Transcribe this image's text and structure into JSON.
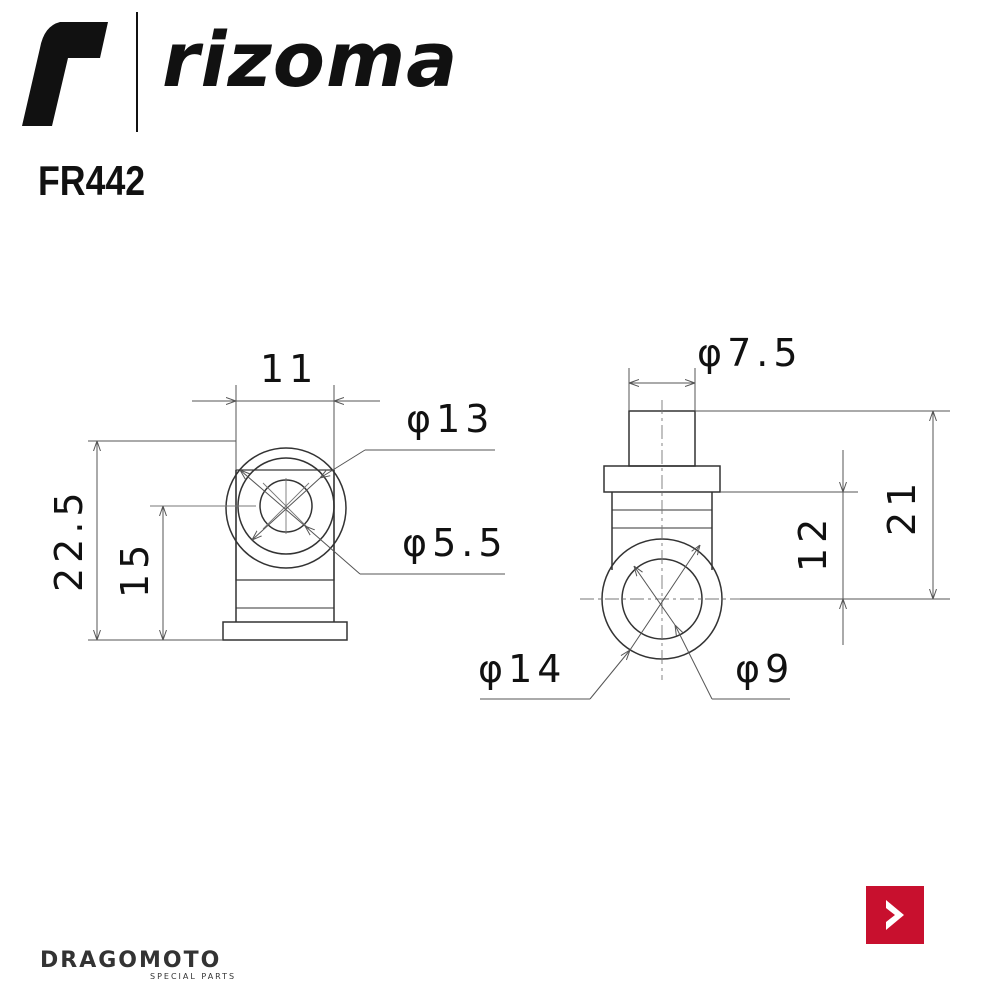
{
  "brand": {
    "name": "rizoma",
    "logo_icon": "rizoma-r-logo-icon"
  },
  "product": {
    "model_code": "FR442"
  },
  "left_view": {
    "width": "11",
    "outer_diameter": "φ13",
    "hole_diameter": "φ5.5",
    "total_height": "22.5",
    "center_height": "15"
  },
  "right_view": {
    "pin_diameter": "φ7.5",
    "total_height": "21",
    "center_height": "12",
    "eye_outer_diameter": "φ14",
    "eye_inner_diameter": "φ9"
  },
  "footer": {
    "dealer_name": "DRAGOMOTO",
    "dealer_tagline": "SPECIAL PARTS",
    "next_icon": "chevron-right-icon",
    "accent_color": "#c8102e"
  }
}
